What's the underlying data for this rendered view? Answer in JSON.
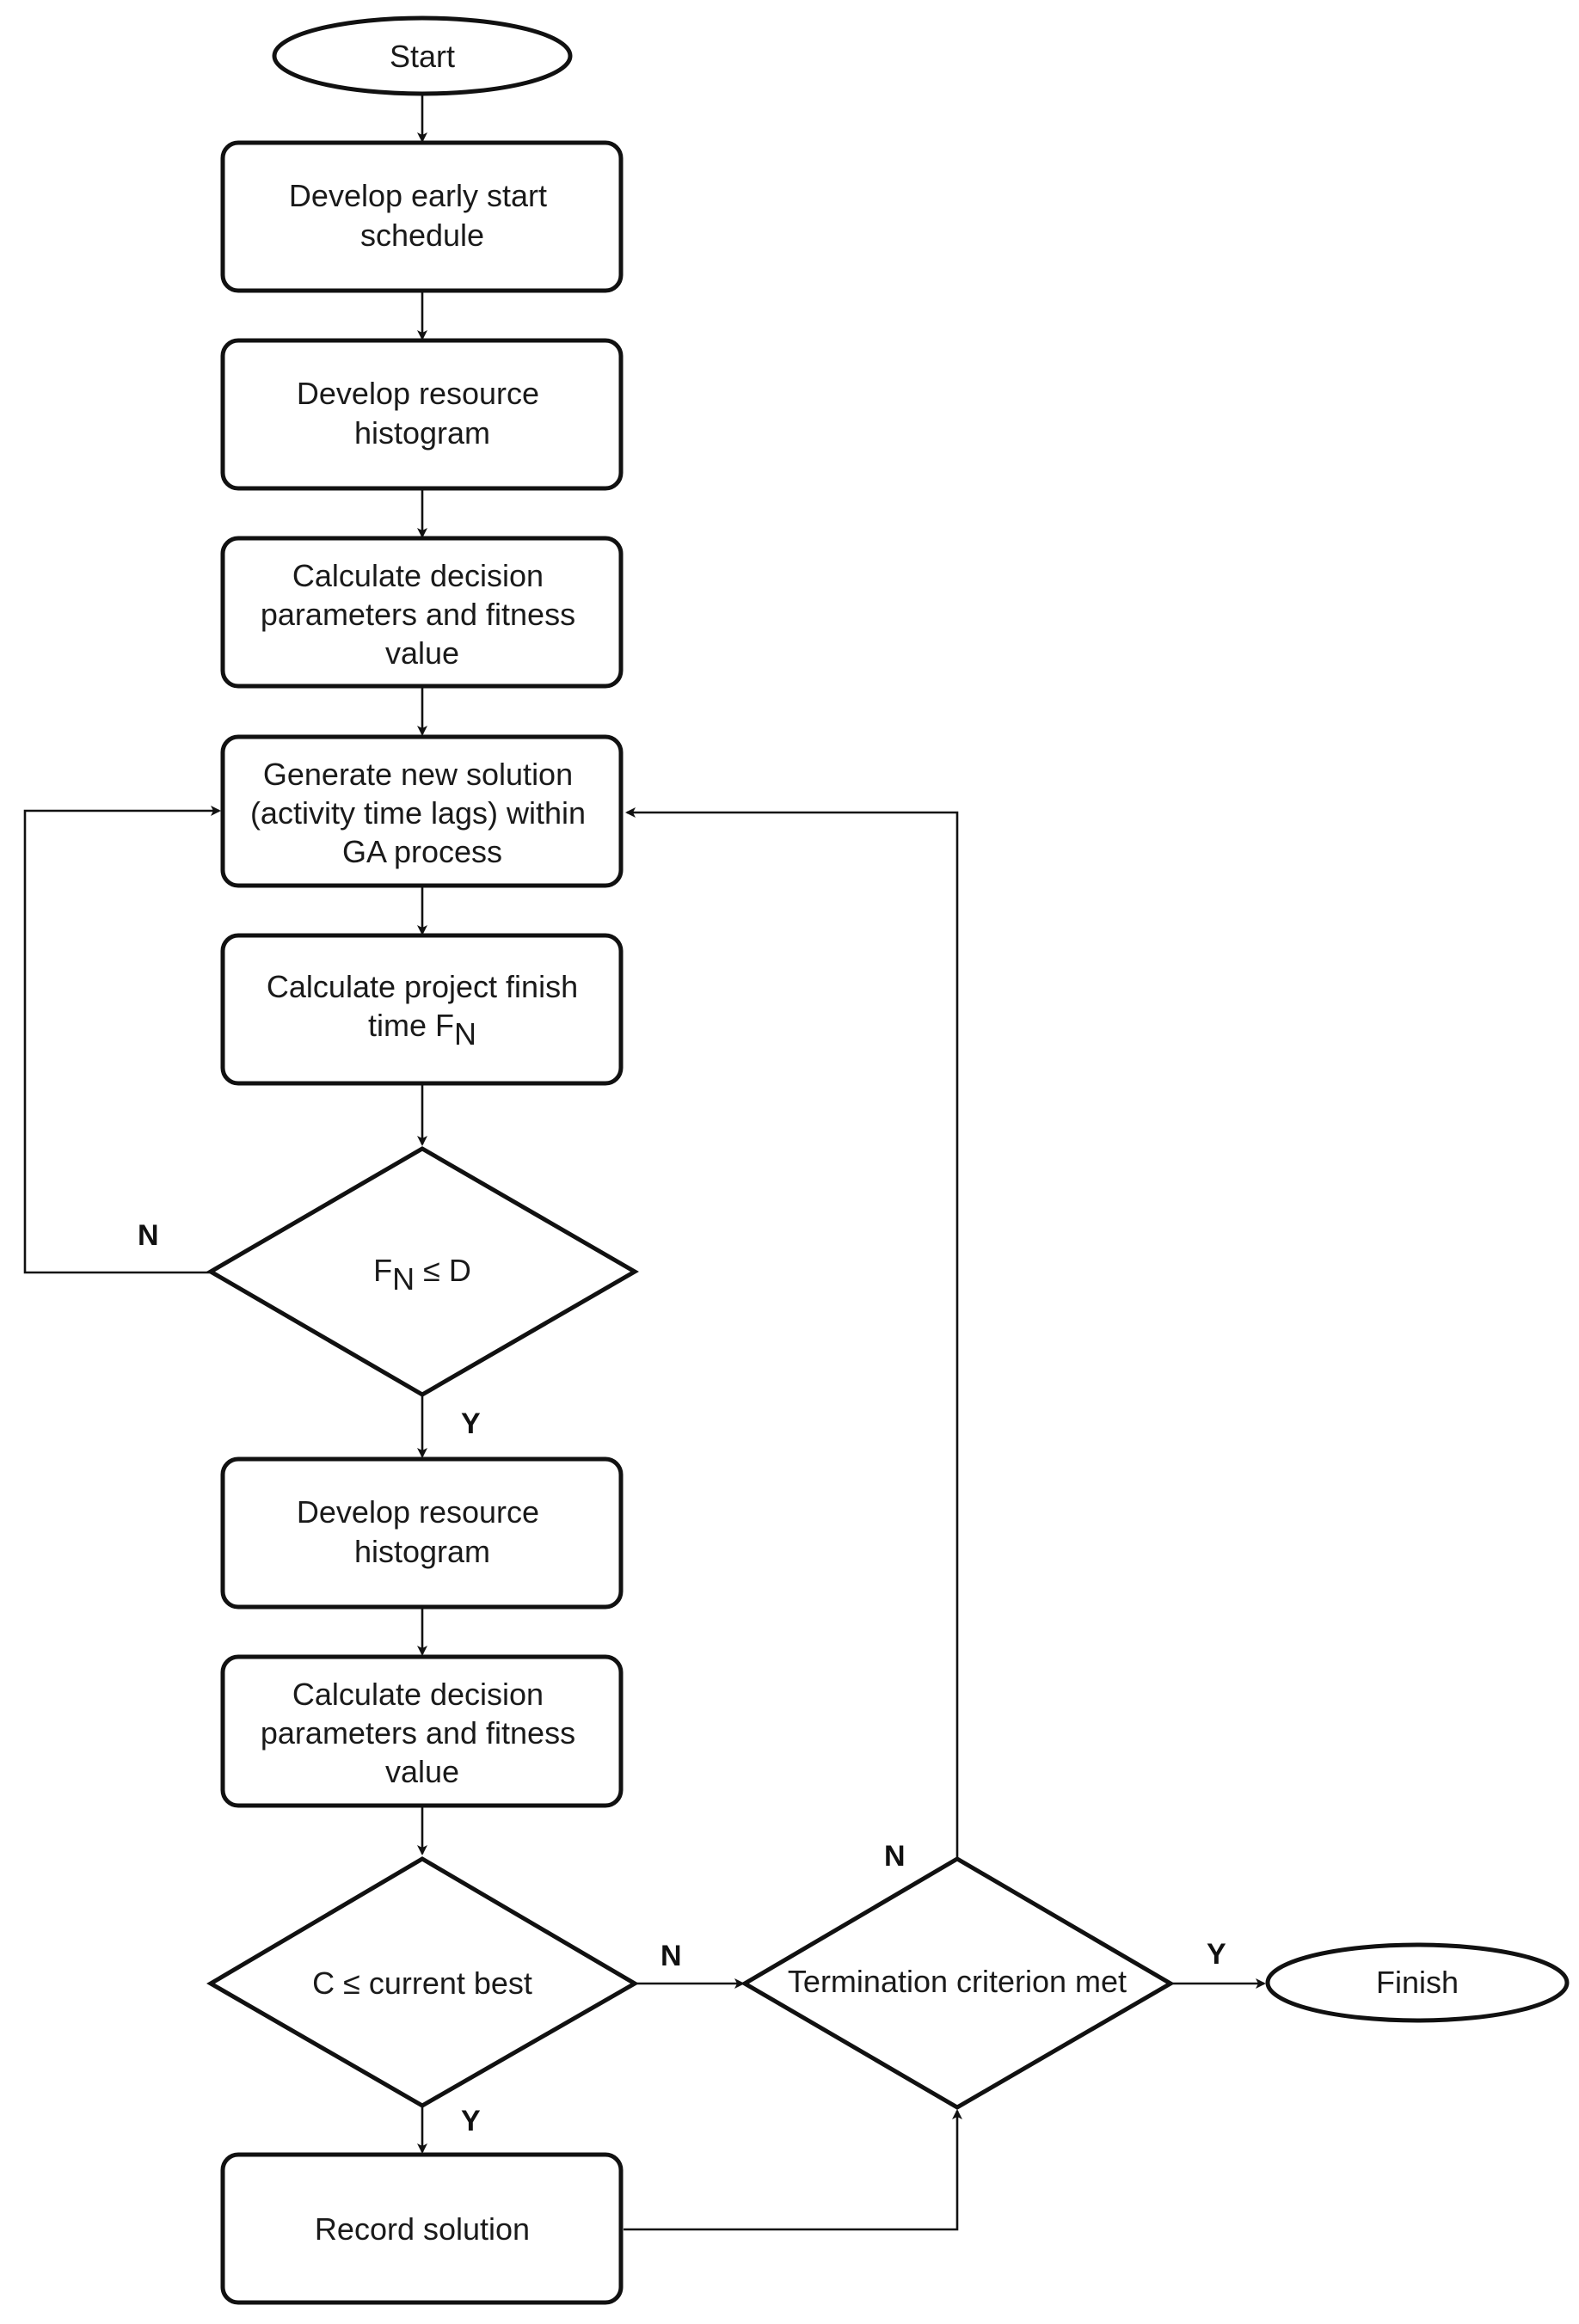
{
  "nodes": {
    "start": {
      "text": "Start"
    },
    "early_start": {
      "lines": [
        "Develop early start",
        "schedule"
      ]
    },
    "histogram_1": {
      "lines": [
        "Develop resource",
        "histogram"
      ]
    },
    "calc_1": {
      "lines": [
        "Calculate decision",
        "parameters and fitness",
        "value"
      ]
    },
    "generate": {
      "lines": [
        "Generate new solution",
        "(activity time lags) within",
        "GA process"
      ]
    },
    "finish_time": {
      "line1": "Calculate project finish",
      "line2_prefix": "time F",
      "line2_sub": "N"
    },
    "decision_fn": {
      "main": "F",
      "sub": "N",
      "rest": " ≤ D"
    },
    "histogram_2": {
      "lines": [
        "Develop resource",
        "histogram"
      ]
    },
    "calc_2": {
      "lines": [
        "Calculate decision",
        "parameters and fitness",
        "value"
      ]
    },
    "decision_c": {
      "text": "C ≤ current best"
    },
    "termination": {
      "text": "Termination criterion met"
    },
    "finish": {
      "text": "Finish"
    },
    "record": {
      "text": "Record solution"
    }
  },
  "edge_labels": {
    "fn_no": "N",
    "fn_yes": "Y",
    "c_no": "N",
    "c_yes": "Y",
    "term_no": "N",
    "term_yes": "Y"
  }
}
